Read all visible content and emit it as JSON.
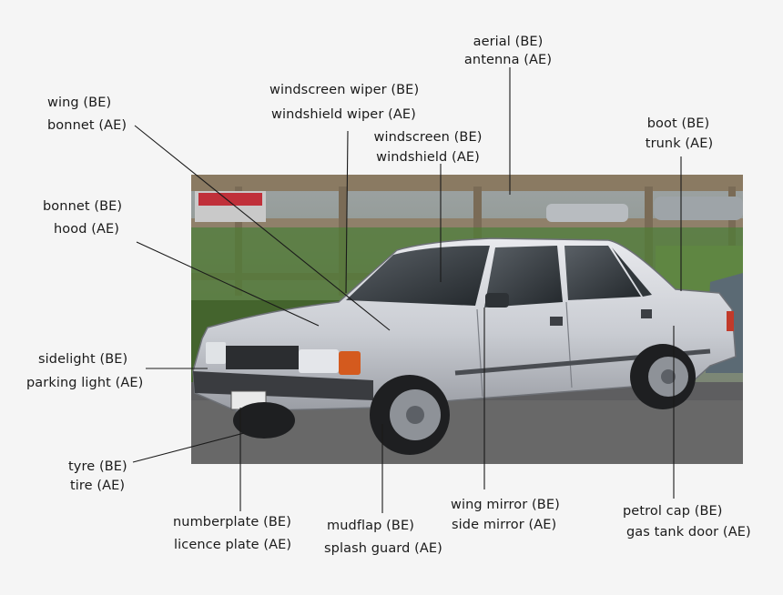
{
  "labels": {
    "aerial_be": "aerial (BE)",
    "antenna_ae": "antenna (AE)",
    "wing_be": "wing (BE)",
    "bonnet_ae": "bonnet (AE)",
    "wiper_be": "windscreen wiper (BE)",
    "wiper_ae": "windshield wiper (AE)",
    "windscreen_be": "windscreen (BE)",
    "windshield_ae": "windshield (AE)",
    "boot_be": "boot (BE)",
    "trunk_ae": "trunk (AE)",
    "bonnet_be": "bonnet (BE)",
    "hood_ae": "hood (AE)",
    "sidelight_be": "sidelight (BE)",
    "parking_light_ae": "parking light (AE)",
    "tyre_be": "tyre (BE)",
    "tire_ae": "tire (AE)",
    "numberplate_be": "numberplate (BE)",
    "licence_plate_ae": "licence plate (AE)",
    "mudflap_be": "mudflap (BE)",
    "splash_guard_ae": "splash guard (AE)",
    "wing_mirror_be": "wing mirror (BE)",
    "side_mirror_ae": "side mirror (AE)",
    "petrol_cap_be": "petrol cap (BE)",
    "gas_tank_door_ae": "gas tank door (AE)"
  },
  "colors": {
    "background": "#f5f5f5",
    "leader_line": "#1a1a1a",
    "car_body": "#d4d6da",
    "foliage": "#4f6b35",
    "fence": "#8a7a62",
    "asphalt": "#5e5e60"
  }
}
